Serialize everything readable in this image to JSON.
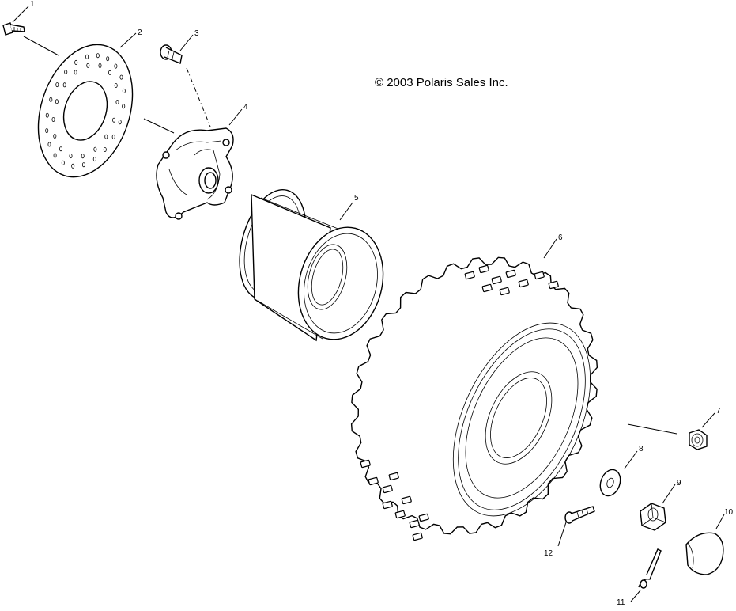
{
  "copyright": "© 2003 Polaris Sales Inc.",
  "callouts": [
    "1",
    "2",
    "3",
    "4",
    "5",
    "6",
    "7",
    "8",
    "9",
    "10",
    "11",
    "12"
  ]
}
